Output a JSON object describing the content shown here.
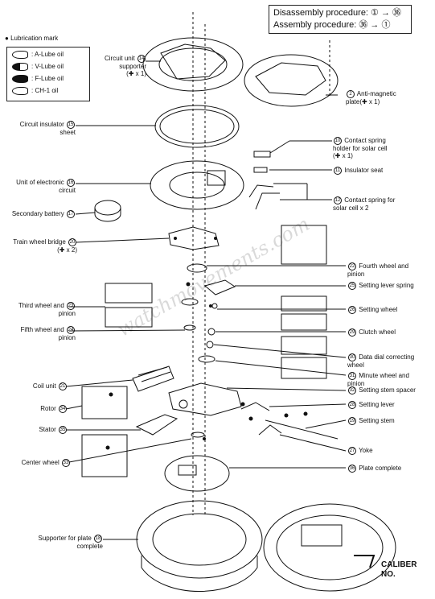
{
  "procedure": {
    "disassembly": "Disassembly procedure: ① → ㊱",
    "assembly": "Assembly procedure: ㊱ → ①"
  },
  "lubrication": {
    "title": "Lubrication mark",
    "items": [
      {
        "symbol": "Ⓐ",
        "label": ": A-Lube oil"
      },
      {
        "symbol": "Ⓥ",
        "label": ": V-Lube oil"
      },
      {
        "symbol": "Ⓕ",
        "label": ": F-Lube oil"
      },
      {
        "symbol": "",
        "label": ": CH-1 oil"
      }
    ]
  },
  "parts": {
    "p1": "",
    "p2_label": "Anti-magnetic",
    "p2_label2": "plate",
    "p2_qty": "(✚ x 1)",
    "p2_num": "2",
    "p14_label": "Circuit unit",
    "p14_label2": "supporter",
    "p14_qty": "(✚ x 1)",
    "p14_num": "14",
    "p15_label": "Circuit insulator",
    "p15_label2": "sheet",
    "p15_num": "15",
    "p10_label": "Contact spring",
    "p10_label2": "holder for solar cell",
    "p10_qty": "(✚ x 1)",
    "p10_num": "10",
    "p11_label": "Insulator seat",
    "p11_num": "11",
    "p16_label": "Unit of electronic",
    "p16_label2": "circuit",
    "p16_num": "16",
    "p12_label": "Contact spring for",
    "p12_label2": "solar cell x 2",
    "p12_num": "12",
    "p17_label": "Secondary battery",
    "p17_num": "17",
    "p20_label": "Train wheel bridge",
    "p20_qty": "(✚ x 2)",
    "p20_num": "20",
    "p22_label": "Fourth wheel and",
    "p22_label2": "pinion",
    "p22_num": "22",
    "p25_label": "Setting lever spring",
    "p25_num": "25",
    "p23_label": "Third wheel and",
    "p23_label2": "pinion",
    "p23_num": "23",
    "p26_label": "Setting wheel",
    "p26_num": "26",
    "p24_label": "Fifth wheel and",
    "p24_label2": "pinion",
    "p24_num": "24",
    "p29_label": "Clutch wheel",
    "p29_num": "29",
    "p30_label": "Data dial correcting",
    "p30_label2": "wheel",
    "p30_num": "30",
    "p31_label": "Minute wheel and",
    "p31_label2": "pinion",
    "p31_num": "31",
    "p21_label": "Coil unit",
    "p21_num": "21",
    "p32_label": "Setting stem spacer",
    "p32_num": "32",
    "p34_label": "Rotor",
    "p34_num": "34",
    "p28_label": "Setting lever",
    "p28_num": "28",
    "p19_label": "Setting stem",
    "p19_num": "19",
    "p35_label": "Stator",
    "p35_num": "35",
    "p27_label": "Yoke",
    "p27_num": "27",
    "p33_label": "Center wheel",
    "p33_num": "33",
    "p36_label": "Plate complete",
    "p36_num": "36",
    "p18_label": "Supporter for plate",
    "p18_label2": "complete",
    "p18_num": "18"
  },
  "caliber": {
    "line1": "CALIBER",
    "line2": "NO."
  },
  "watermark": "watchmovements.com"
}
